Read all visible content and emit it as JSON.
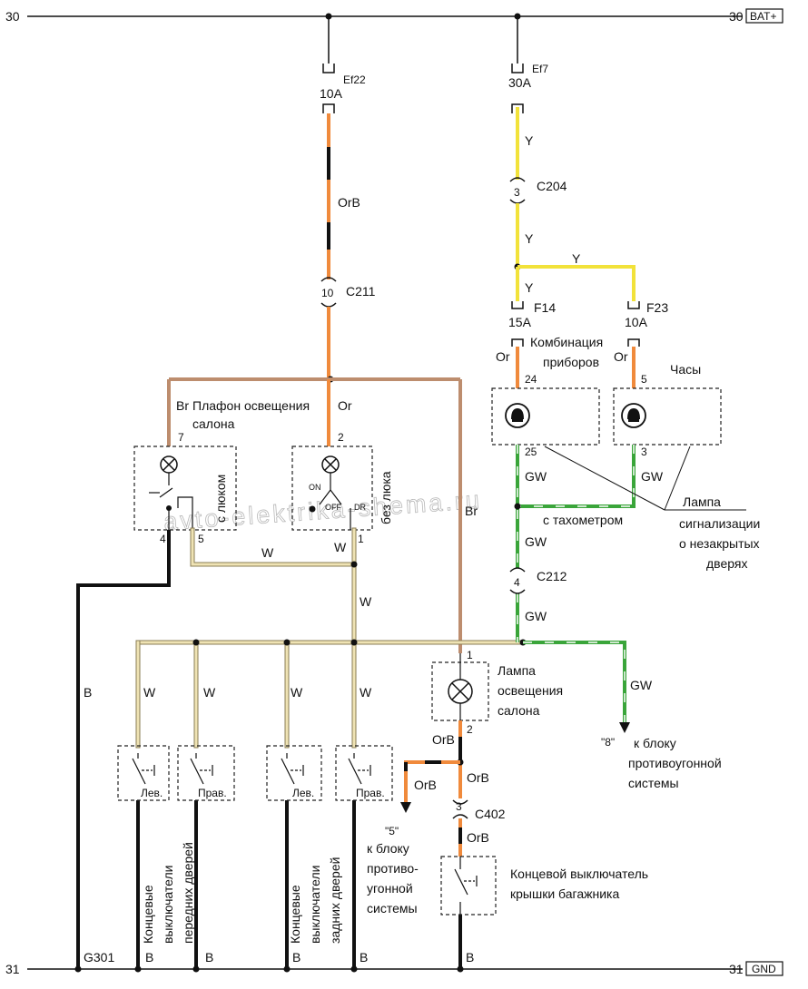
{
  "rails": {
    "top_left": "30",
    "top_right": "30",
    "top_tag": "BAT+",
    "bottom_left": "31",
    "bottom_right": "31",
    "bottom_tag": "GND"
  },
  "fuses": {
    "ef22_name": "Ef22",
    "ef22_rating": "10A",
    "ef7_name": "Ef7",
    "ef7_rating": "30A",
    "f14_name": "F14",
    "f14_rating": "15A",
    "f23_name": "F23",
    "f23_rating": "10A"
  },
  "connectors": {
    "c211_name": "C211",
    "c211_pin": "10",
    "c204_name": "C204",
    "c204_pin": "3",
    "c212_name": "C212",
    "c212_pin": "4",
    "c402_name": "C402",
    "c402_pin": "3"
  },
  "wires": {
    "orb": "OrB",
    "or": "Or",
    "br": "Br",
    "y": "Y",
    "w": "W",
    "gw": "GW",
    "b": "B"
  },
  "components": {
    "ceiling_title_1": "Плафон освещения",
    "ceiling_title_2": "салона",
    "with_hatch": "с люком",
    "without_hatch": "без люка",
    "pin7": "7",
    "pin2a": "2",
    "pin4": "4",
    "pin5": "5",
    "pin1a": "1",
    "on": "ON",
    "off": "OFF",
    "dr": "DR",
    "cluster_1": "Комбинация",
    "cluster_2": "приборов",
    "clock": "Часы",
    "pin24": "24",
    "pin25": "25",
    "pin5b": "5",
    "pin3": "3",
    "tacho": "с тахометром",
    "door_lamp_1": "Лампа",
    "door_lamp_2": "сигнализации",
    "door_lamp_3": "о незакрытых",
    "door_lamp_4": "дверях",
    "room_lamp_1": "Лампа",
    "room_lamp_2": "освещения",
    "room_lamp_3": "салона",
    "pin1b": "1",
    "pin2b": "2",
    "sw_left": "Лев.",
    "sw_right": "Прав.",
    "front_1": "Концевые",
    "front_2": "выключатели",
    "front_3": "передних дверей",
    "rear_1": "Концевые",
    "rear_2": "выключатели",
    "rear_3": "задних дверей",
    "trunk_1": "Концевой выключатель",
    "trunk_2": "крышки багажника",
    "alarm8_num": "\"8\"",
    "alarm8_1": "к блоку",
    "alarm8_2": "противоугонной",
    "alarm8_3": "системы",
    "alarm5_num": "\"5\"",
    "alarm5_1": "к блоку",
    "alarm5_2": "противо-",
    "alarm5_3": "угонной",
    "alarm5_4": "системы",
    "ground": "G301",
    "watermark": "avto-elektrika-shema.ru"
  },
  "colors": {
    "orange": "#f08a3c",
    "brown": "#bd8d6e",
    "yellow": "#f2e23a",
    "green": "#3aa53a",
    "cream": "#efe3b4",
    "black": "#111111"
  }
}
